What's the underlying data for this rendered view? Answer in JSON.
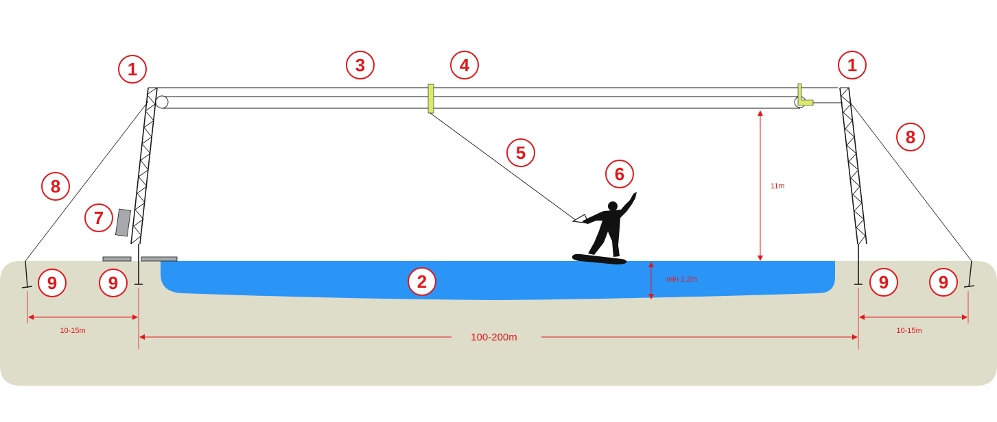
{
  "colors": {
    "ground": "#deddca",
    "water": "#2b95f7",
    "accent": "#e3171b",
    "cable": "#1a1a1a",
    "carrier": "#dbe86a",
    "panel": "#a7a9ac",
    "rider": "#111111"
  },
  "labels": {
    "tower_left": "1",
    "tower_right": "1",
    "water": "2",
    "cable": "3",
    "carrier": "4",
    "tow_rope": "5",
    "rider": "6",
    "control_box": "7",
    "guy_left": "8",
    "guy_right": "8",
    "anchor_left_outer": "9",
    "anchor_left_inner": "9",
    "anchor_right_inner": "9",
    "anchor_right_outer": "9"
  },
  "dimensions": {
    "cable_height": "11m",
    "water_depth": "min 1.2m",
    "span": "100-200m",
    "anchor_left": "10-15m",
    "anchor_right": "10-15m"
  }
}
